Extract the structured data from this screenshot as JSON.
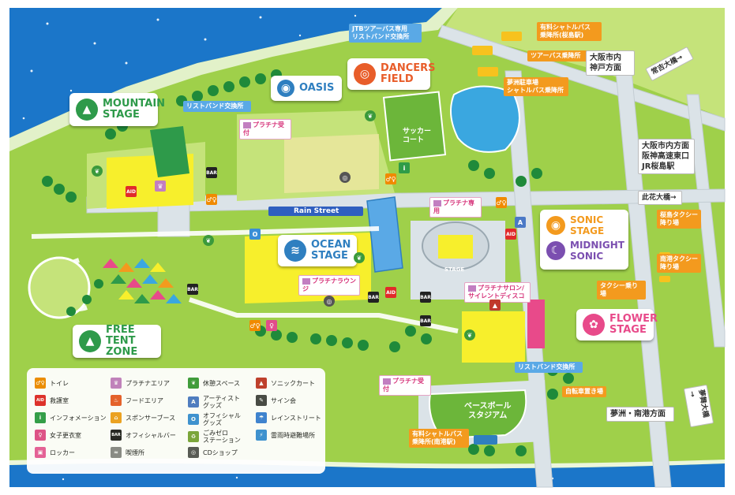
{
  "stages": {
    "mountain": "MOUNTAIN\nSTAGE",
    "oasis": "OASIS",
    "dancers": "DANCERS\nFIELD",
    "ocean": "OCEAN\nSTAGE",
    "sonic": "SONIC\nSTAGE",
    "midnight": "MIDNIGHT\nSONIC",
    "flower": "FLOWER\nSTAGE",
    "freetent": "FREE TENT\nZONE"
  },
  "labels": {
    "jtb": "JTBツアーバス専用\nリストバンド交換所",
    "shuttle_sakurajima": "有料シャトルバス\n乗降所(桜島駅)",
    "tourbus": "ツアーバス乗降所",
    "yumeshima_parking": "夢洲駐車場\nシャトルバス乗降所",
    "osaka_kobe": "大阪市内\n神戸方面",
    "tokiwa": "常吉大橋→",
    "osaka_hanshin": "大阪市内方面\n阪神高速東口\nJR桜島駅",
    "konohana": "此花大橋→",
    "sakura_taxi": "桜島タクシー\n降り場",
    "nanko_taxi": "南港タクシー\n降り場",
    "taxi_ride": "タクシー乗り場",
    "bicycle": "自転車置き場",
    "yumeshima_nanko": "夢洲・南港方面",
    "yumemai": "夢舞大橋→",
    "shuttle_nanko": "有料シャトルバス\n乗降所(南港駅)",
    "wristband1": "リストバンド交換所",
    "wristband2": "リストバンド交換所",
    "platinum_reception1": "プラチナ受付",
    "platinum_reception2": "プラチナ受付",
    "platinum_only": "プラチナ専用",
    "platinum_lounge": "プラチナラウンジ",
    "platinum_salon": "プラチナサロン/\nサイレントディスコ",
    "soccer": "サッカー\nコート",
    "baseball": "ベースボール\nスタジアム",
    "rain_street": "Rain Street",
    "stage_small": "STAGE",
    "bar": "BAR"
  },
  "legend": [
    {
      "text": "トイレ",
      "icon": "toilet-icon",
      "color": "#f08a00",
      "glyph": "♂♀"
    },
    {
      "text": "プラチナエリア",
      "icon": "platinum-area-icon",
      "color": "#c27ec1",
      "glyph": "♛"
    },
    {
      "text": "休憩スペース",
      "icon": "rest-space-icon",
      "color": "#3b9a3b",
      "glyph": "❦"
    },
    {
      "text": "ソニックカート",
      "icon": "sonic-cart-icon",
      "color": "#c0392b",
      "glyph": "▲"
    },
    {
      "text": "救護室",
      "icon": "first-aid-icon",
      "color": "#e12a2a",
      "glyph": "AID"
    },
    {
      "text": "フードエリア",
      "icon": "food-area-icon",
      "color": "#e85d2a",
      "glyph": "♨"
    },
    {
      "text": "アーティスト\nグッズ",
      "icon": "artist-goods-icon",
      "color": "#4b79c6",
      "glyph": "A"
    },
    {
      "text": "サイン会",
      "icon": "signing-icon",
      "color": "#444444",
      "glyph": "✎"
    },
    {
      "text": "インフォメーション",
      "icon": "information-icon",
      "color": "#2f9c48",
      "glyph": "i"
    },
    {
      "text": "スポンサーブース",
      "icon": "sponsor-booth-icon",
      "color": "#f0a020",
      "glyph": "⌂"
    },
    {
      "text": "オフィシャル\nグッズ",
      "icon": "official-goods-icon",
      "color": "#3a8fd6",
      "glyph": "O"
    },
    {
      "text": "レインストリート",
      "icon": "rain-street-icon",
      "color": "#3a7fd6",
      "glyph": "☂"
    },
    {
      "text": "女子更衣室",
      "icon": "changing-room-icon",
      "color": "#e14d8a",
      "glyph": "♀"
    },
    {
      "text": "オフィシャルバー",
      "icon": "official-bar-icon",
      "color": "#222222",
      "glyph": "BAR"
    },
    {
      "text": "ごみゼロ\nステーション",
      "icon": "zero-waste-icon",
      "color": "#7aa43a",
      "glyph": "♻"
    },
    {
      "text": "雷雨時避難場所",
      "icon": "shelter-icon",
      "color": "#3a8fd6",
      "glyph": "⚡"
    },
    {
      "text": "ロッカー",
      "icon": "locker-icon",
      "color": "#e85d9a",
      "glyph": "▣"
    },
    {
      "text": "喫煙所",
      "icon": "smoking-icon",
      "color": "#888888",
      "glyph": "≈"
    },
    {
      "text": "CDショップ",
      "icon": "cd-shop-icon",
      "color": "#555555",
      "glyph": "◎"
    }
  ],
  "colors": {
    "sea": "#1b76c9",
    "grass": "#9fd04a",
    "grass_light": "#c5e37a",
    "road": "#dbe3e8",
    "venue": "#f7ef2c",
    "wall": "#f3f0e6"
  }
}
